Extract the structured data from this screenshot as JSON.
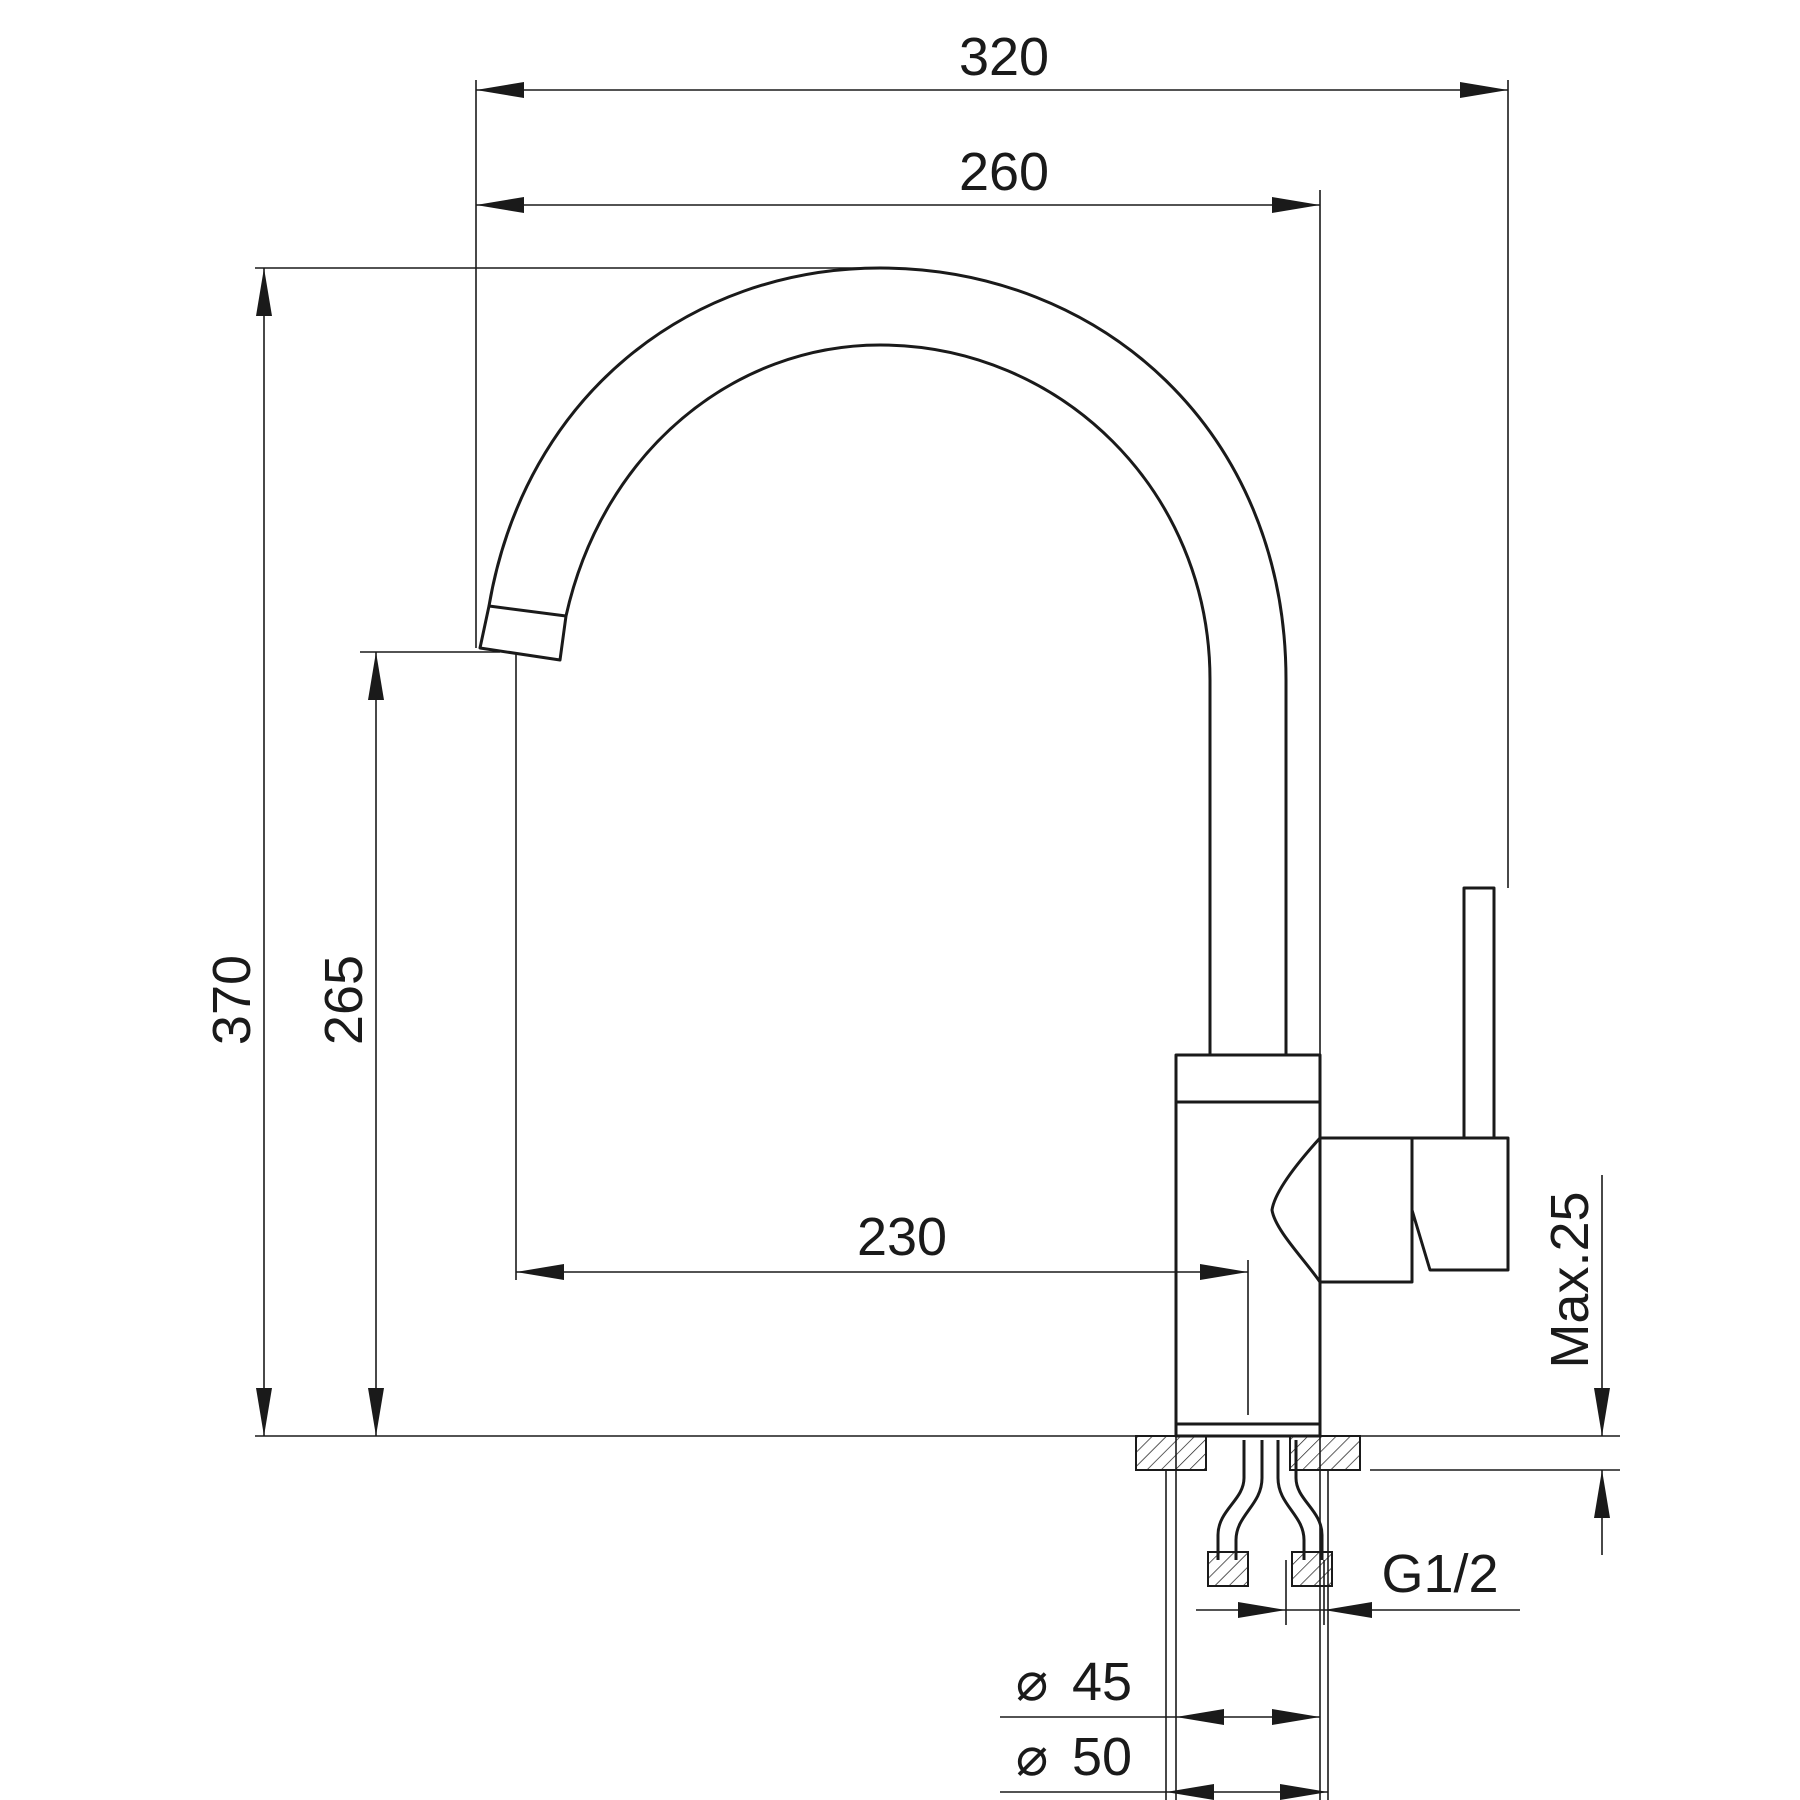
{
  "dimensions": {
    "total_width": "320",
    "spout_reach": "260",
    "total_height": "370",
    "spout_height": "265",
    "spout_to_axis": "230",
    "max_thickness": "Max.25",
    "connection": "G1/2",
    "hole_diameter": "45",
    "base_diameter": "50",
    "diameter_symbol": "⌀"
  },
  "colors": {
    "line": "#1a1a1a",
    "background": "#ffffff"
  },
  "icons": {
    "diameter": "diameter-icon"
  }
}
